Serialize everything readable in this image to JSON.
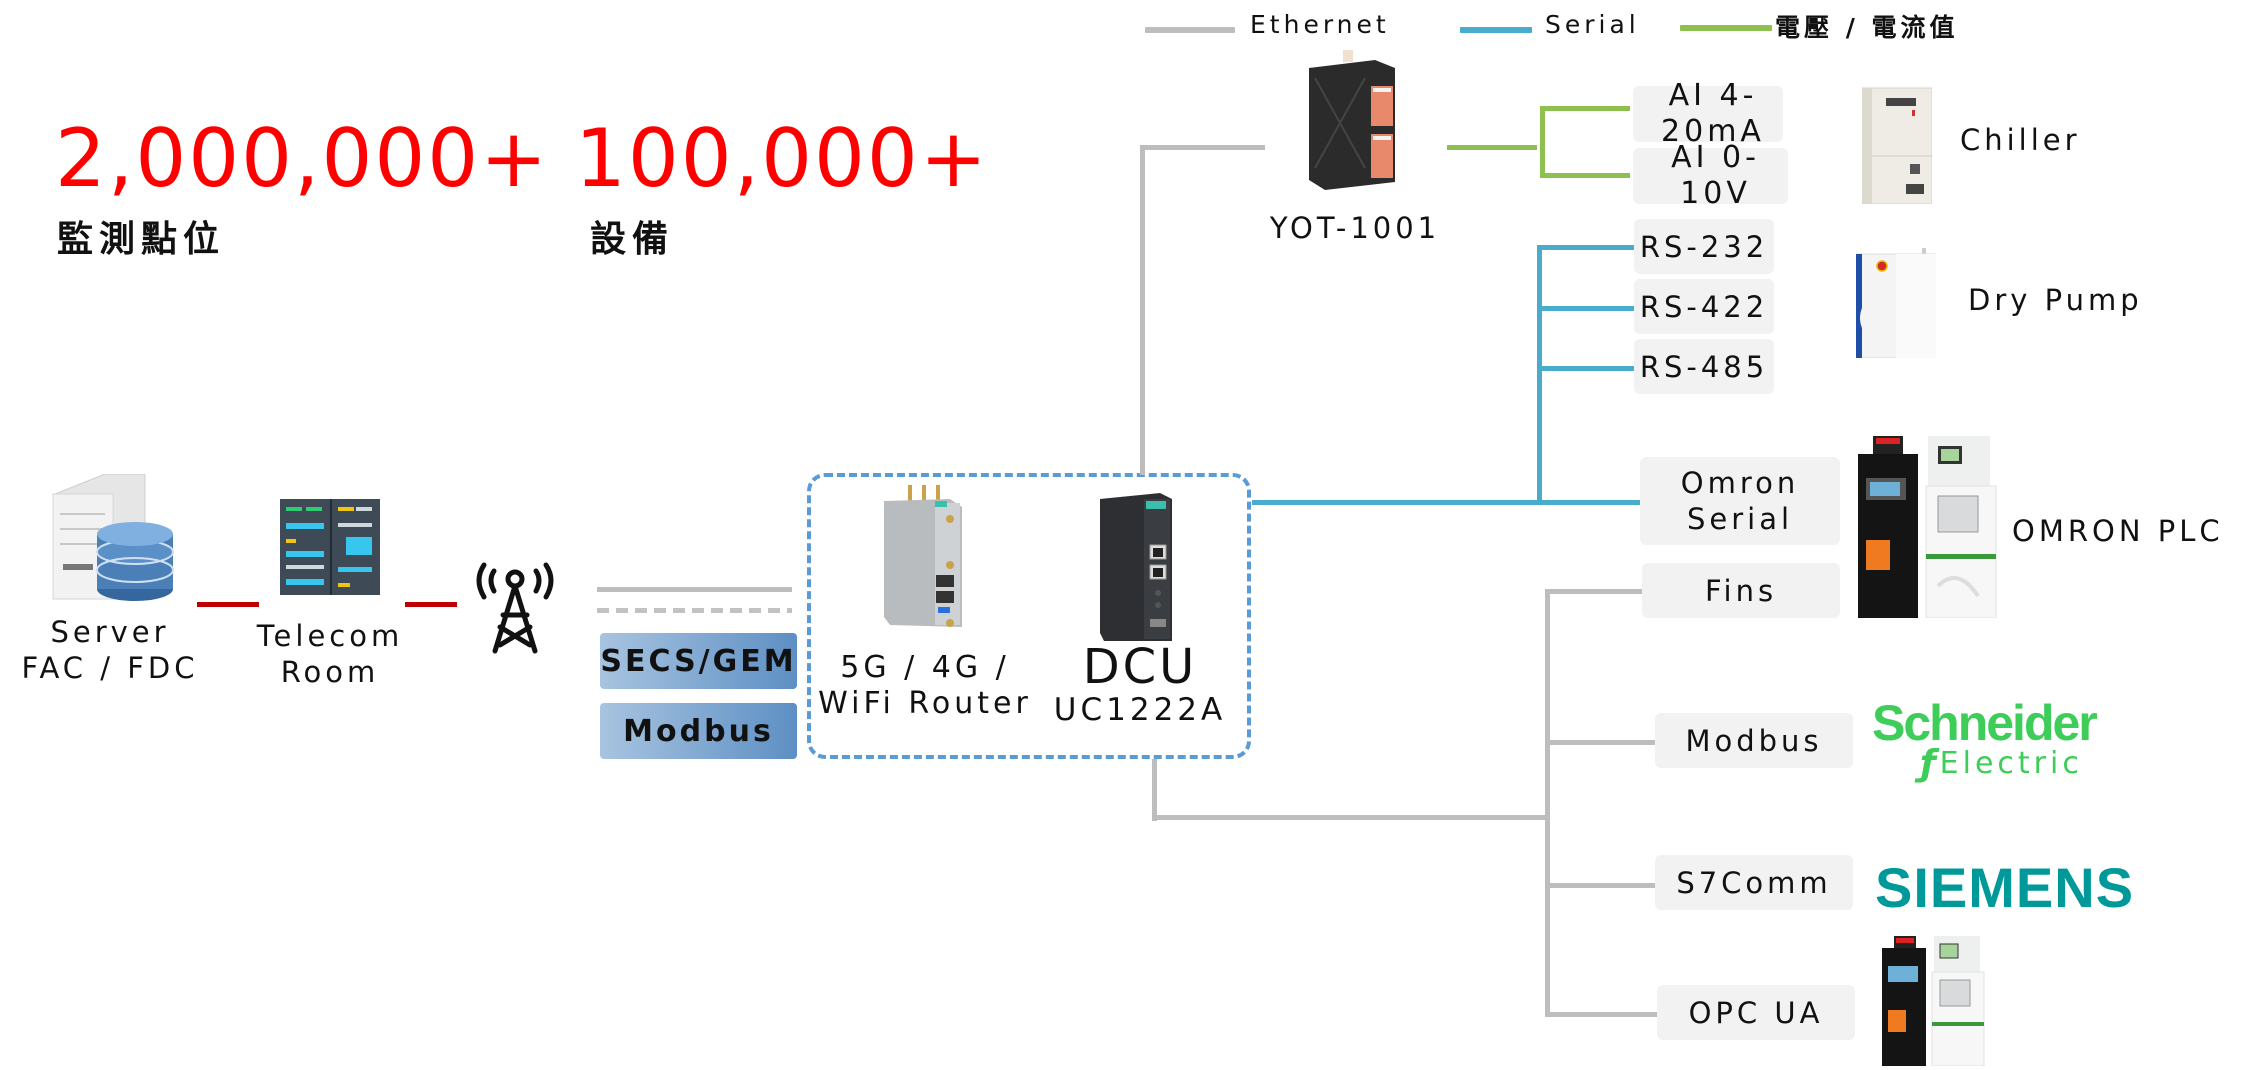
{
  "legend": [
    {
      "label": "Ethernet",
      "color": "#bdbdbd"
    },
    {
      "label": "Serial",
      "color": "#4aaccc"
    },
    {
      "label": "電壓 / 電流值",
      "color": "#8dc04f"
    }
  ],
  "stats": [
    {
      "value": "2,000,000+",
      "label": "監測點位"
    },
    {
      "value": "100,000+",
      "label": "設備"
    }
  ],
  "stat_color": "#ff0000",
  "nodes": {
    "server": {
      "line1": "Server",
      "line2": "FAC / FDC"
    },
    "telecom": {
      "line1": "Telecom",
      "line2": "Room"
    },
    "router": {
      "line1": "5G / 4G /",
      "line2": "WiFi Router"
    },
    "dcu": {
      "line1": "DCU",
      "line2": "UC1222A"
    },
    "yot": {
      "label": "YOT-1001"
    }
  },
  "uplink_protocols": [
    "SECS/GEM",
    "Modbus"
  ],
  "branches": {
    "analog": [
      "AI 4-20mA",
      "AI 0-10V"
    ],
    "serial": [
      "RS-232",
      "RS-422",
      "RS-485"
    ],
    "omron_serial": {
      "line1": "Omron",
      "line2": "Serial"
    },
    "ethernet": [
      "Fins",
      "Modbus",
      "S7Comm",
      "OPC UA"
    ]
  },
  "equipment": {
    "chiller": "Chiller",
    "dry_pump": "Dry Pump",
    "omron": "OMRON PLC",
    "schneider": {
      "line1": "Schneider",
      "line2": "Electric"
    },
    "siemens": "SIEMENS"
  },
  "colors": {
    "ethernet": "#bdbdbd",
    "serial": "#4aaccc",
    "analog": "#8dc04f",
    "wan_link": "#c00000",
    "dcu_box": "#5a9bd5",
    "schneider": "#3dcd58",
    "siemens": "#009999"
  }
}
